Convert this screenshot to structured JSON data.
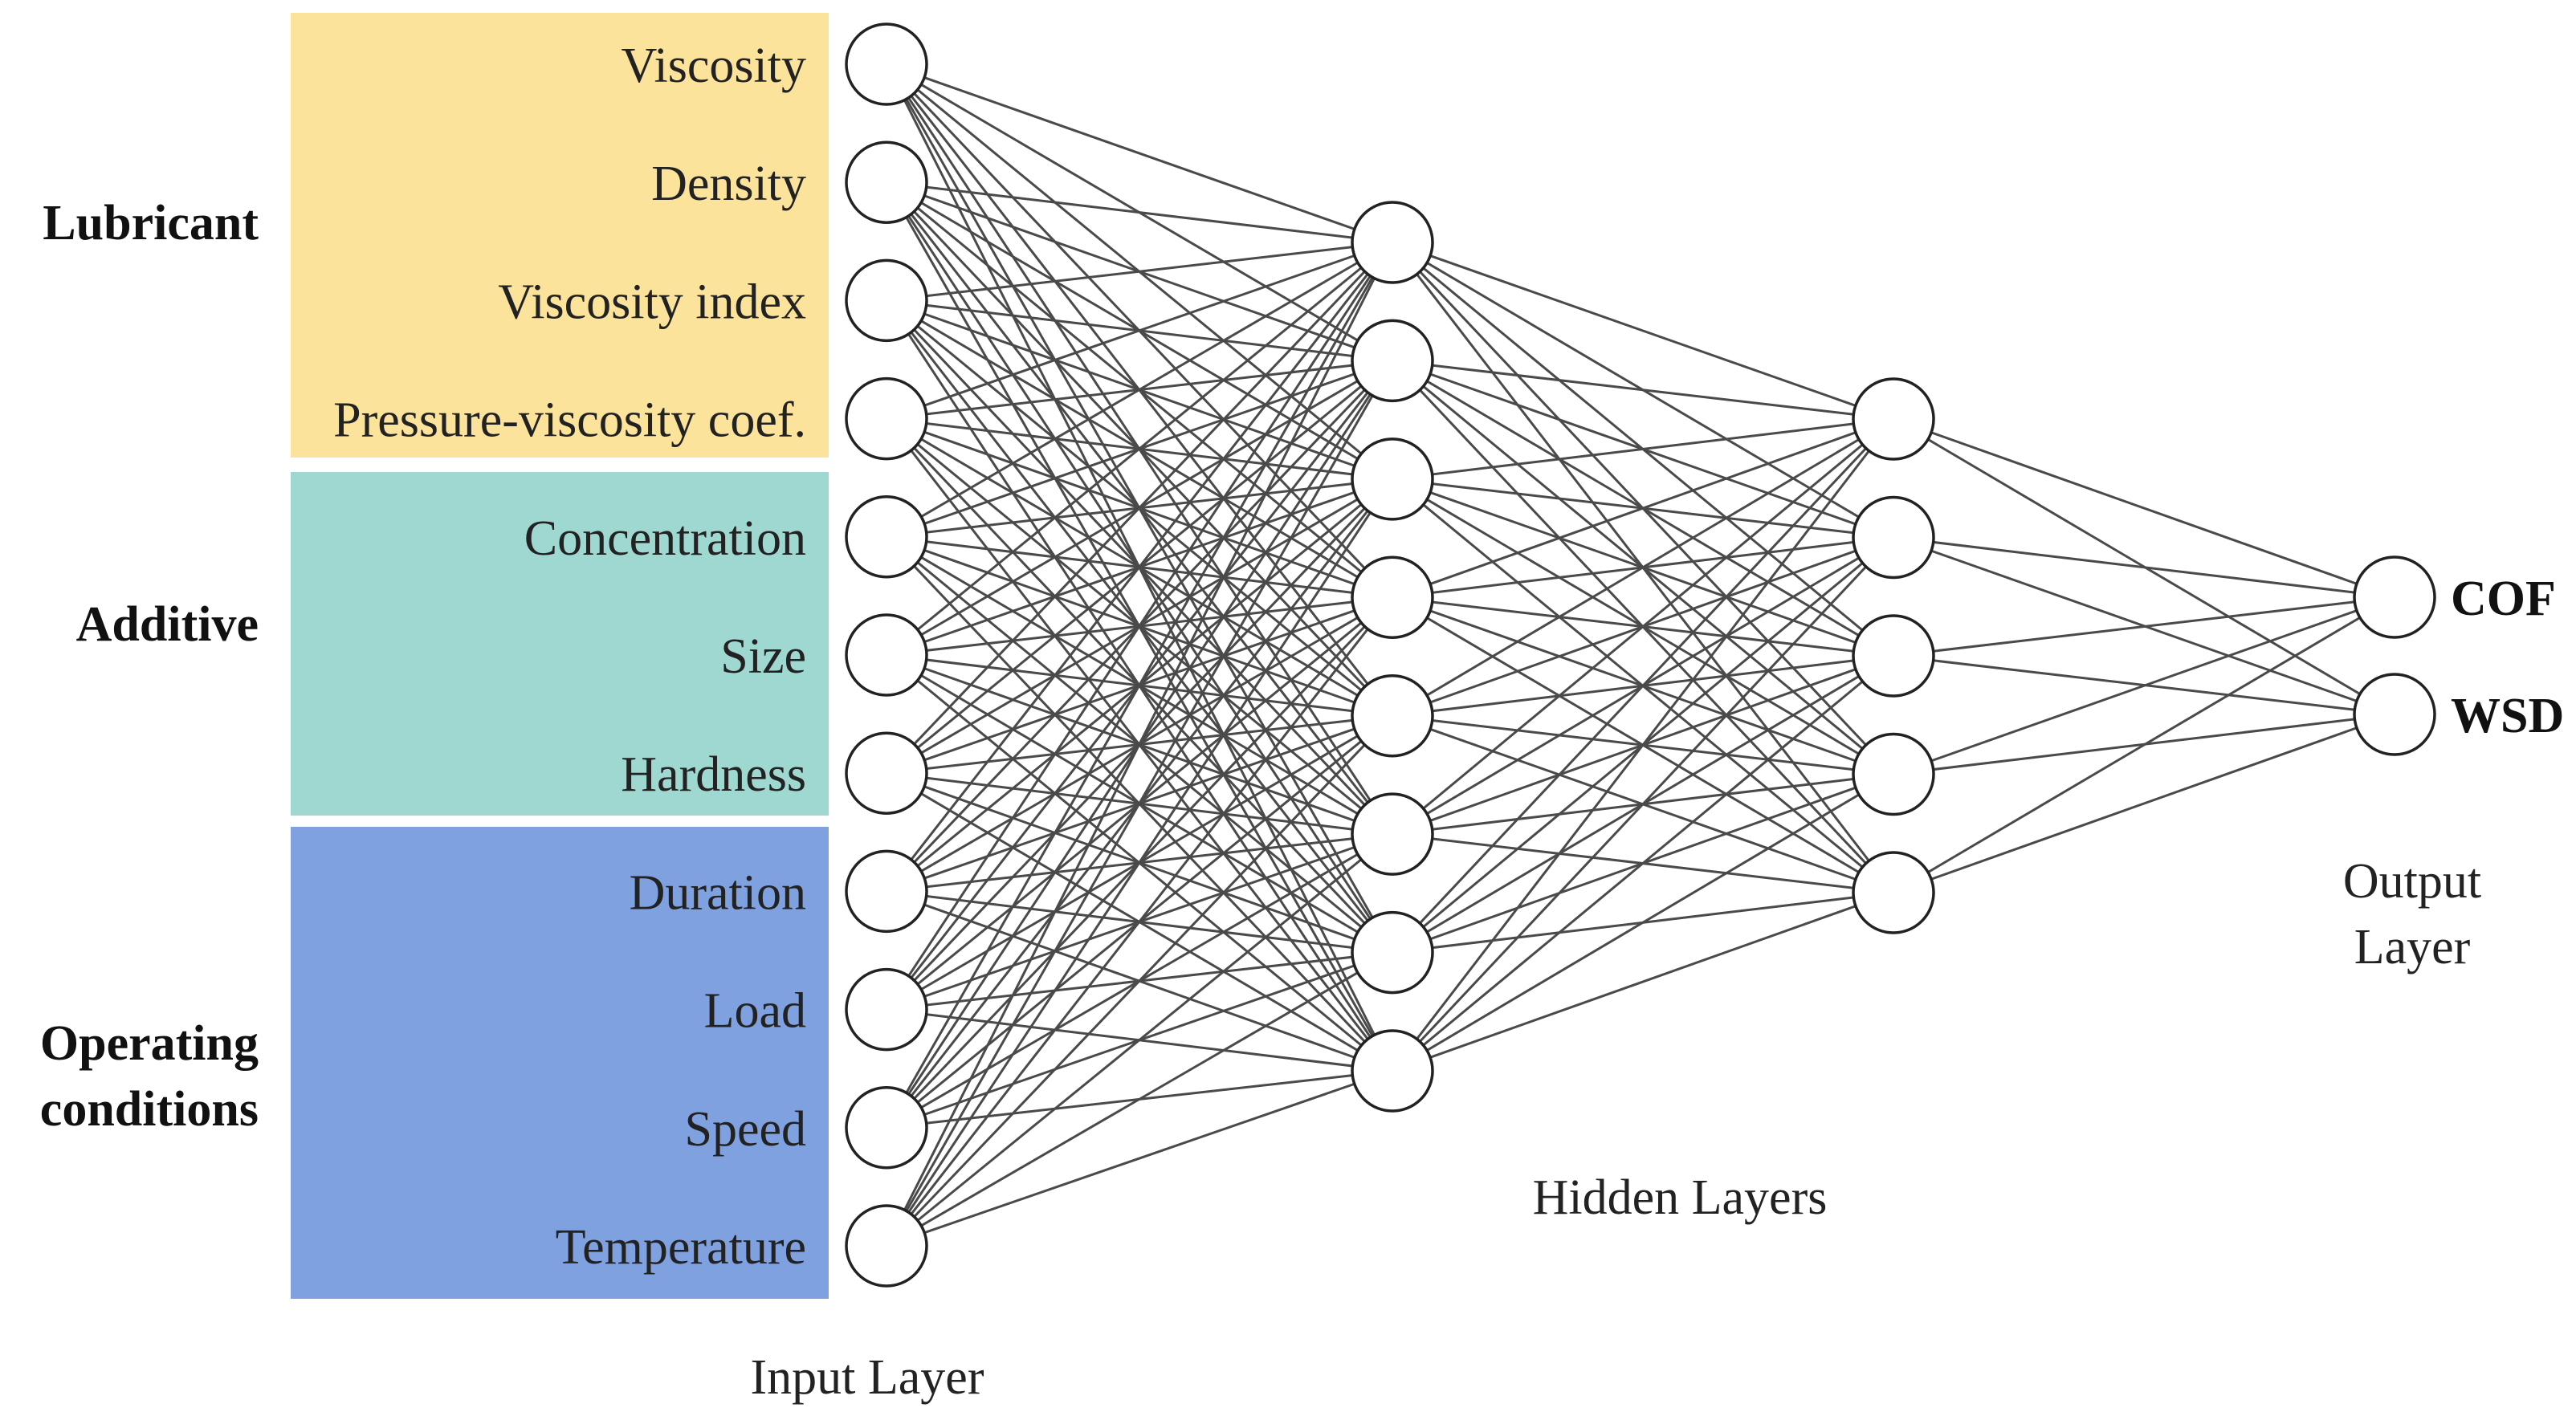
{
  "colors": {
    "lubricant": "#FCE39C",
    "additive": "#9FD8D1",
    "operating": "#7FA1E0",
    "edge": "#4a4a4a",
    "neuron_stroke": "#222222"
  },
  "groups": [
    {
      "id": "lubricant",
      "label_lines": [
        "Lubricant"
      ]
    },
    {
      "id": "additive",
      "label_lines": [
        "Additive"
      ]
    },
    {
      "id": "operating",
      "label_lines": [
        "Operating",
        "conditions"
      ]
    }
  ],
  "inputs": [
    "Viscosity",
    "Density",
    "Viscosity index",
    "Pressure-viscosity coef.",
    "Concentration",
    "Size",
    "Hardness",
    "Duration",
    "Load",
    "Speed",
    "Temperature"
  ],
  "hidden_layers": [
    {
      "neurons": 8
    },
    {
      "neurons": 5
    }
  ],
  "outputs": [
    "COF",
    "WSD"
  ],
  "layer_labels": {
    "input": "Input Layer",
    "hidden": "Hidden Layers",
    "output_lines": [
      "Output",
      "Layer"
    ]
  }
}
